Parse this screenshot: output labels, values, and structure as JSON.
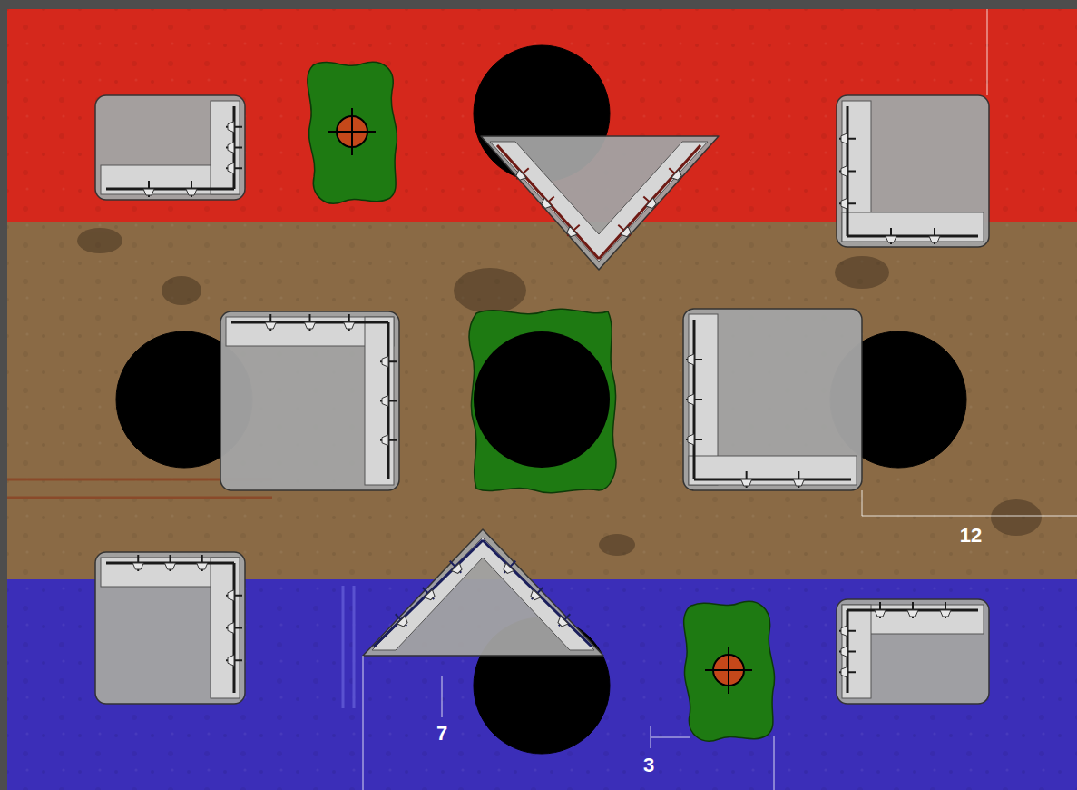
{
  "diagram": {
    "labels": [
      "12",
      "7",
      "3"
    ]
  }
}
